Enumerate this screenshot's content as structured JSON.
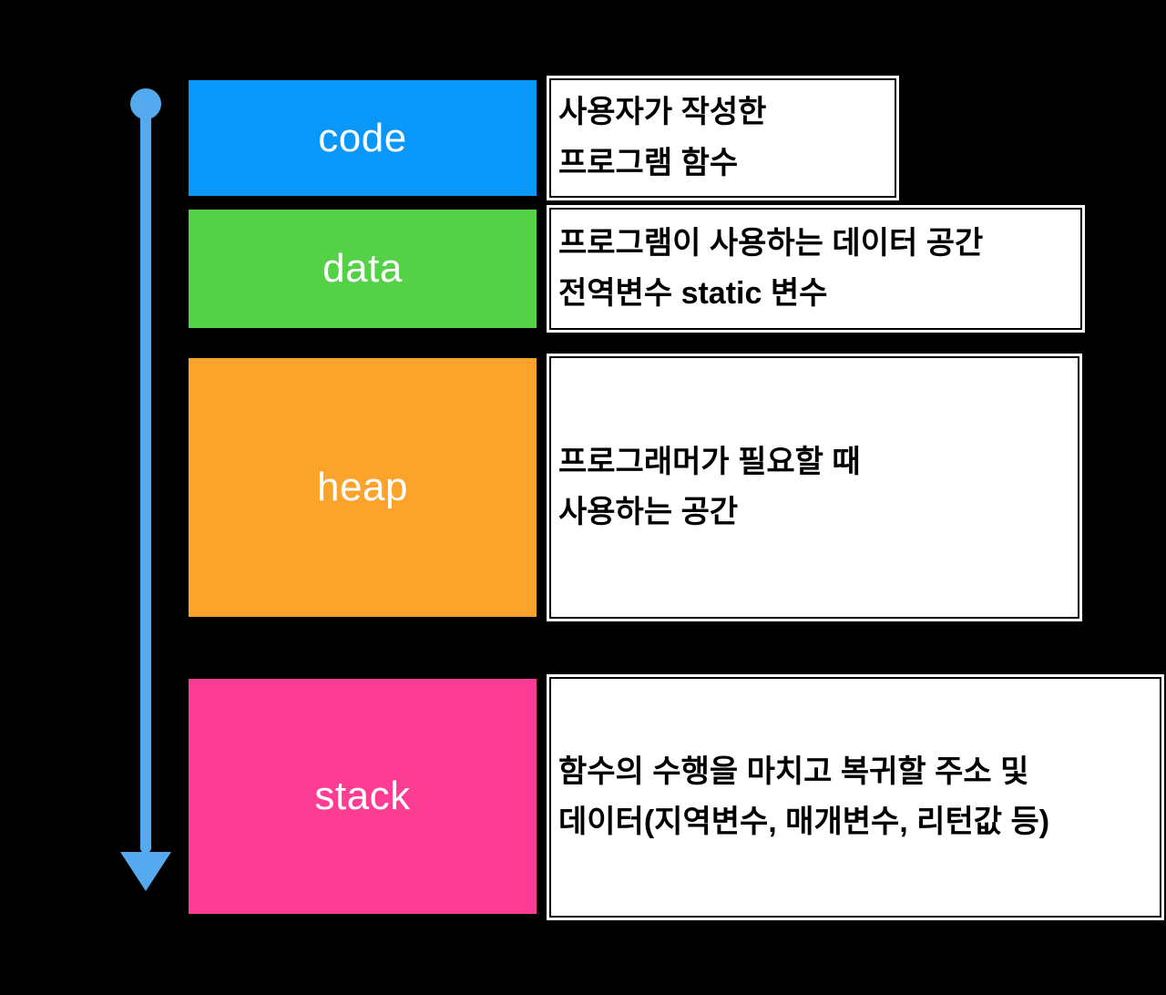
{
  "diagram": {
    "background_color": "#000000",
    "arrow_color": "#55A9EE",
    "arrow_direction": "down",
    "rows": [
      {
        "label": "code",
        "color": "#0997FA",
        "lines": [
          "사용자가 작성한",
          "프로그램 함수"
        ]
      },
      {
        "label": "data",
        "color": "#54D146",
        "lines": [
          "프로그램이 사용하는 데이터 공간",
          "전역변수 static 변수"
        ]
      },
      {
        "label": "heap",
        "color": "#FCA32C",
        "lines": [
          "프로그래머가 필요할 때",
          "사용하는 공간"
        ]
      },
      {
        "label": "stack",
        "color": "#FD3C93",
        "lines": [
          "함수의 수행을 마치고 복귀할 주소 및",
          "데이터(지역변수, 매개변수, 리턴값 등)"
        ]
      }
    ]
  }
}
